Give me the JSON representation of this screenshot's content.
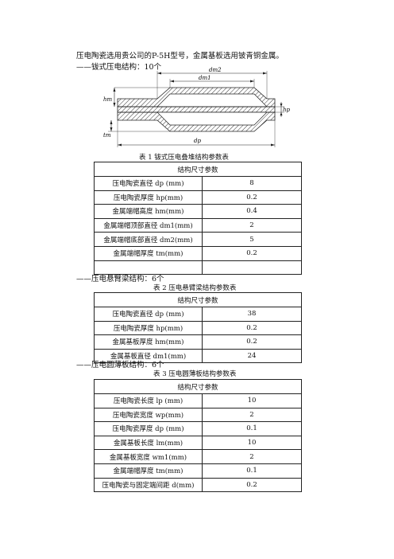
{
  "intro": {
    "line1": "压电陶瓷选用贵公司的P-5H型号，金属基板选用铍青铜金属。",
    "line2": "——钹式压电结构：10个"
  },
  "figure": {
    "labels": {
      "dm2": "dm2",
      "dm1": "dm1",
      "hm": "hm",
      "tm": "tm",
      "hp": "hp",
      "dp": "dp"
    }
  },
  "section2": {
    "heading": "——压电悬臂梁结构：6个"
  },
  "section3": {
    "heading": "——压电圆薄板结构：6个"
  },
  "tables": [
    {
      "caption": "表 1  钹式压电叠堆结构参数表",
      "header": "结构尺寸参数",
      "rows": [
        {
          "label": "压电陶瓷直径 dp (mm)",
          "value": "8"
        },
        {
          "label": "压电陶瓷厚度 hp(mm)",
          "value": "0.2"
        },
        {
          "label": "金属端帽高度 hm(mm)",
          "value": "0.4"
        },
        {
          "label": "金属端帽顶部直径 dm1(mm)",
          "value": "2"
        },
        {
          "label": "金属端帽底部直径 dm2(mm)",
          "value": "5"
        },
        {
          "label": "金属端帽厚度 tm(mm)",
          "value": "0.2"
        },
        {
          "label": "",
          "value": ""
        }
      ]
    },
    {
      "caption": "表 2  压电悬臂梁结构参数表",
      "header": "结构尺寸参数",
      "rows": [
        {
          "label": "压电陶瓷直径 dp (mm)",
          "value": "38"
        },
        {
          "label": "压电陶瓷厚度 hp(mm)",
          "value": "0.2"
        },
        {
          "label": "金属基板厚度 hm(mm)",
          "value": "0.2"
        },
        {
          "label": "金属基板直径 dm1(mm)",
          "value": "24"
        }
      ]
    },
    {
      "caption": "表 3  压电圆薄板结构参数表",
      "header": "结构尺寸参数",
      "rows": [
        {
          "label": "压电陶瓷长度 lp (mm)",
          "value": "10"
        },
        {
          "label": "压电陶瓷宽度 wp(mm)",
          "value": "2"
        },
        {
          "label": "压电陶瓷厚度 dp (mm)",
          "value": "0.1"
        },
        {
          "label": "金属基板长度 lm(mm)",
          "value": "10"
        },
        {
          "label": "金属基板宽度 wm1(mm)",
          "value": "2"
        },
        {
          "label": "金属端帽厚度 tm(mm)",
          "value": "0.1"
        },
        {
          "label": "压电陶瓷与固定端间距 d(mm)",
          "value": "0.2"
        }
      ]
    }
  ]
}
